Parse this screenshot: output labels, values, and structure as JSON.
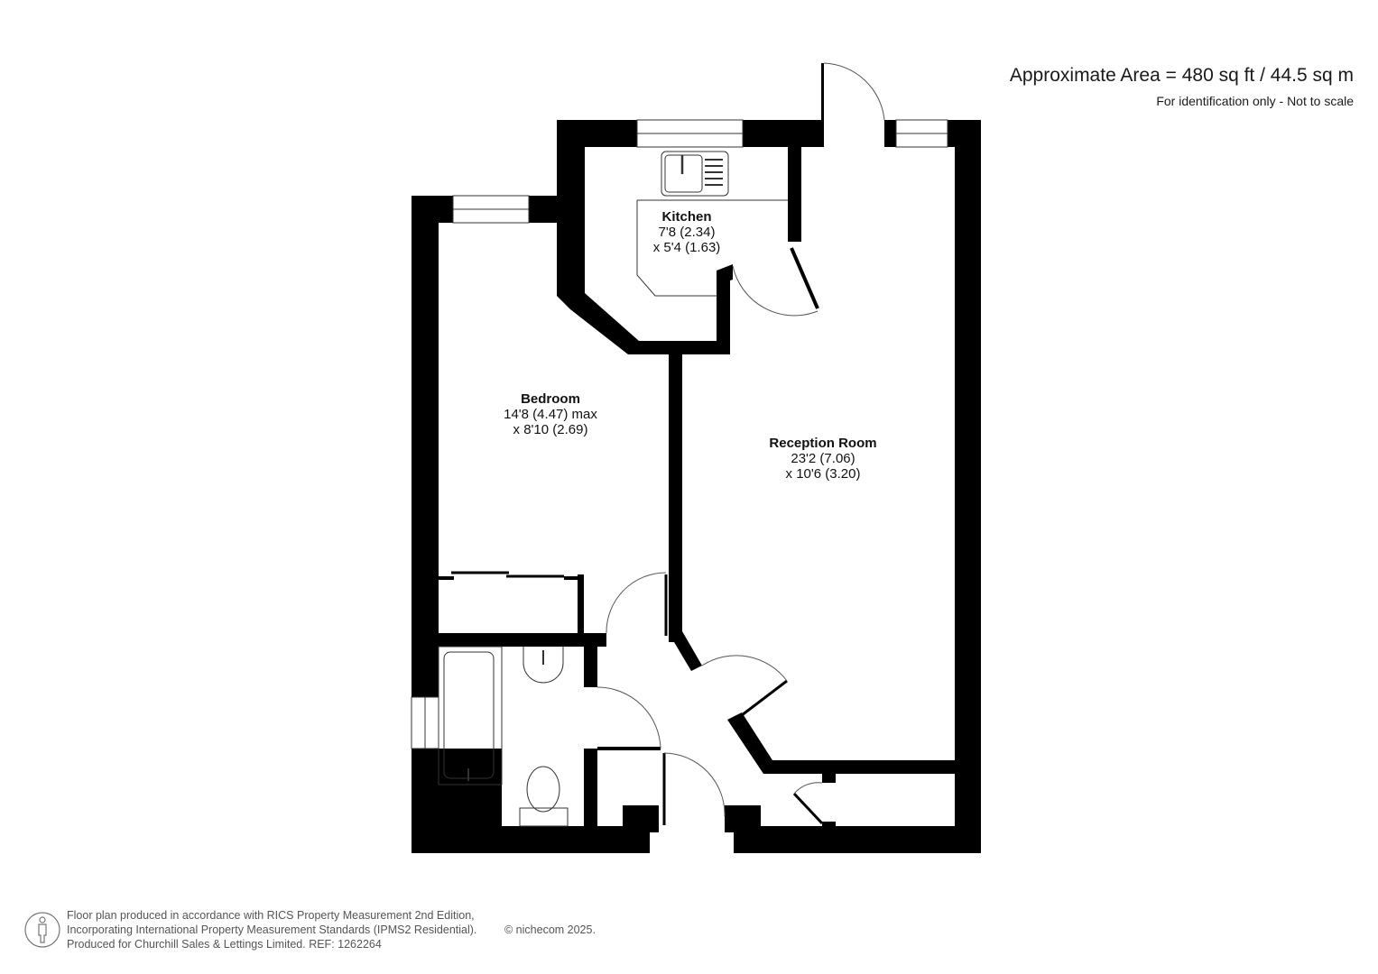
{
  "header": {
    "area": "Approximate Area = 480 sq ft / 44.5 sq m",
    "disclaimer": "For identification only - Not to scale"
  },
  "rooms": [
    {
      "name": "Kitchen",
      "dim1": "7'8 (2.34)",
      "dim2": "x 5'4 (1.63)"
    },
    {
      "name": "Bedroom",
      "dim1": "14'8 (4.47) max",
      "dim2": "x 8'10 (2.69)"
    },
    {
      "name": "Reception Room",
      "dim1": "23'2 (7.06)",
      "dim2": "x 10'6 (3.20)"
    }
  ],
  "footer": {
    "line1": "Floor plan produced in accordance with RICS Property Measurement 2nd Edition,",
    "line2": "Incorporating International Property Measurement Standards (IPMS2 Residential).",
    "line3": "Produced for Churchill Sales & Lettings Limited.   REF: 1262264",
    "copyright": "© nichecom 2025.",
    "icon": "person-icon"
  },
  "colors": {
    "wall": "#000000",
    "fixture_line": "#333333",
    "background": "#ffffff"
  }
}
